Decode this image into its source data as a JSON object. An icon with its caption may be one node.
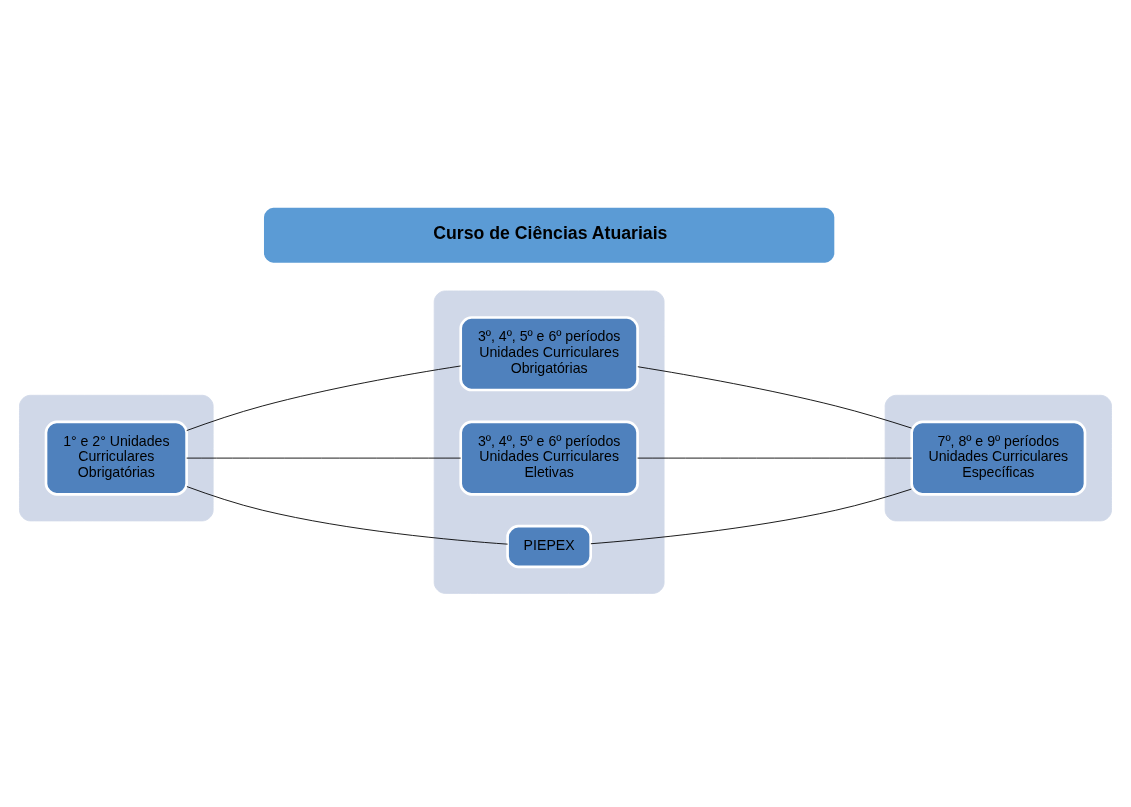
{
  "diagram": {
    "nodes": [
      {
        "text": [
          "Curso de Ciências Atuariais"
        ]
      },
      {
        "text": [],
        "shape": "box"
      },
      {
        "text": [],
        "shape": "box"
      },
      {
        "text": [],
        "shape": "box"
      },
      {
        "text": [
          "1° e 2° Unidades Curriculares Obrigatórias"
        ],
        "in": 1
      },
      {
        "text": [
          "3º, 4º, 5º e 6º períodos Unidades Curriculares Obrigatórias"
        ],
        "in": 2
      },
      {
        "text": [
          "3º, 4º, 5º e 6º períodos",
          "Unidades Curriculares Eletivas"
        ],
        "in": 2
      },
      {
        "text": [
          "PIEPEX"
        ],
        "in": 2
      },
      {
        "text": [
          "7º, 8º e 9º períodos",
          "Unidades Curriculares Específicas"
        ],
        "in": 3
      }
    ],
    "edges": [
      {
        "from": 4,
        "to": 5,
        "arrow": "none"
      },
      {
        "from": 4,
        "to": 6,
        "arrow": "none"
      },
      {
        "from": 4,
        "to": 7,
        "arrow": "none"
      },
      {
        "from": 5,
        "to": 8,
        "arrow": "none"
      },
      {
        "from": 6,
        "to": 8,
        "arrow": "none"
      },
      {
        "from": 7,
        "to": 8,
        "arrow": "none"
      }
    ]
  }
}
